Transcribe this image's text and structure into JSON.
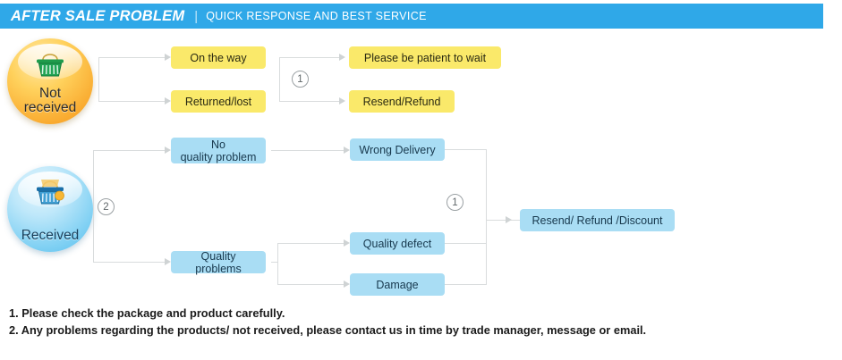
{
  "header": {
    "title": "AFTER SALE PROBLEM",
    "separator": "|",
    "subtitle": "QUICK RESPONSE AND BEST SERVICE",
    "bar_color": "#2fa8e8",
    "text_color": "#ffffff"
  },
  "colors": {
    "yellow_node": "#fae96a",
    "blue_node": "#a9ddf4",
    "connector": "#d9dcdd",
    "badge_orange": "#f9a92e",
    "badge_blue": "#7fd0f3"
  },
  "stages": [
    {
      "id": "not-received",
      "label_line1": "Not",
      "label_line2": "received",
      "icon": "shopping-basket-icon",
      "color": "#f9a92e"
    },
    {
      "id": "received",
      "label_line1": "Received",
      "label_line2": "",
      "icon": "shopping-basket-icon",
      "color": "#7fd0f3"
    }
  ],
  "flow_top": {
    "markers": [
      "1"
    ],
    "nodes": [
      {
        "id": "on-the-way",
        "label": "On the way",
        "style": "yellow"
      },
      {
        "id": "returned-lost",
        "label": "Returned/lost",
        "style": "yellow"
      },
      {
        "id": "be-patient",
        "label": "Please be patient to wait",
        "style": "yellow"
      },
      {
        "id": "resend-refund",
        "label": "Resend/Refund",
        "style": "yellow"
      }
    ]
  },
  "flow_bottom": {
    "markers": [
      "2",
      "1"
    ],
    "nodes": [
      {
        "id": "no-quality-problem",
        "label_line1": "No",
        "label_line2": "quality problem",
        "style": "blue"
      },
      {
        "id": "quality-problems",
        "label": "Quality problems",
        "style": "blue"
      },
      {
        "id": "wrong-delivery",
        "label": "Wrong Delivery",
        "style": "blue"
      },
      {
        "id": "quality-defect",
        "label": "Quality defect",
        "style": "blue"
      },
      {
        "id": "damage",
        "label": "Damage",
        "style": "blue"
      },
      {
        "id": "resend-refund-discount",
        "label": "Resend/ Refund /Discount",
        "style": "blue"
      }
    ]
  },
  "notes": [
    "1. Please check the package and product carefully.",
    "2. Any problems regarding the products/ not received, please contact us in time by trade manager, message or email."
  ]
}
